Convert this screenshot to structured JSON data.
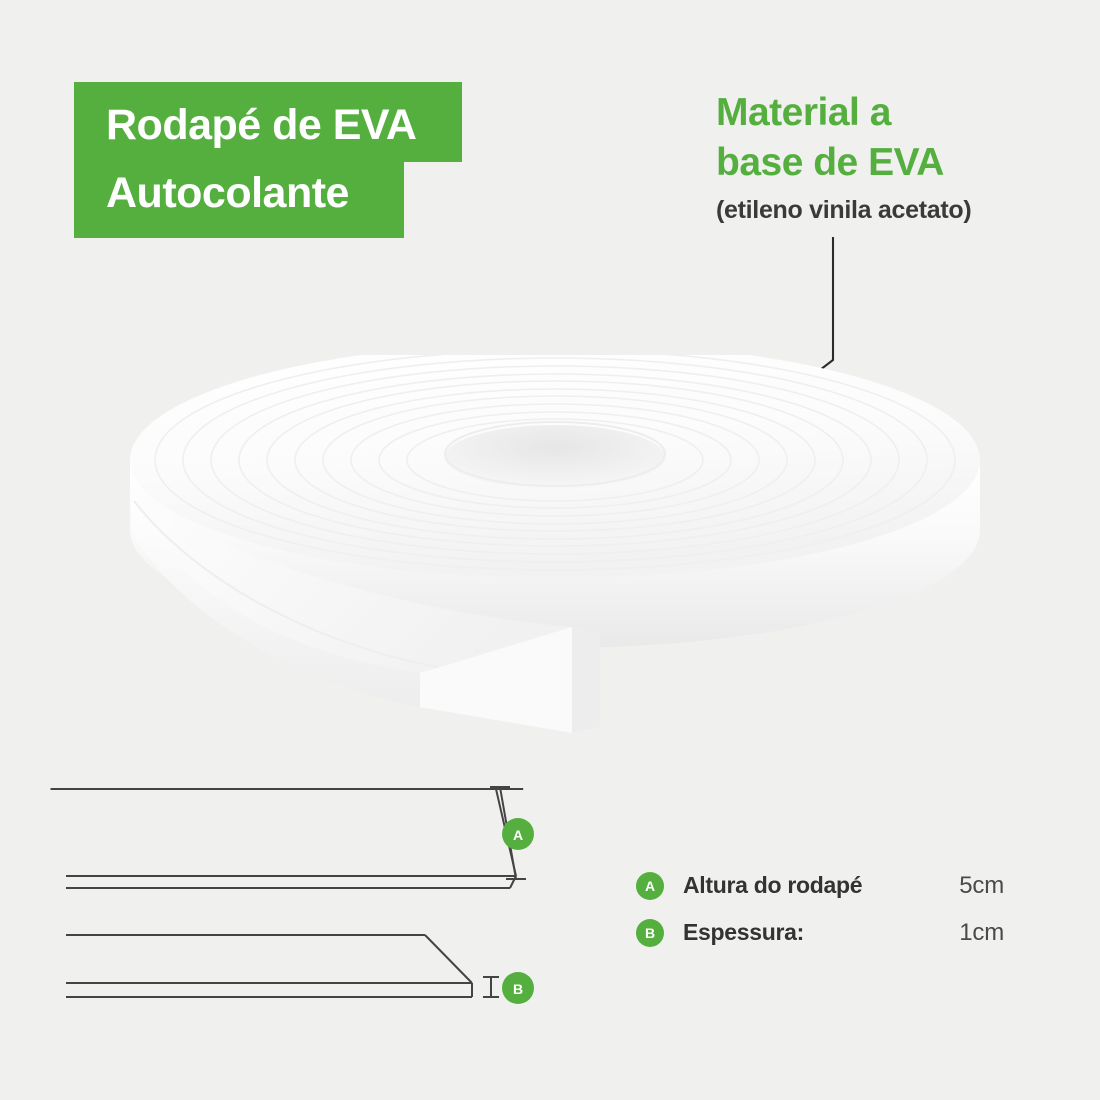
{
  "background_color": "#f0f0ef",
  "accent_green": "#55af3f",
  "text_dark": "#333333",
  "title": {
    "line1": "Rodapé de EVA",
    "line2": "Autocolante"
  },
  "material_callout": {
    "heading_line1": "Material a",
    "heading_line2": "base de EVA",
    "subtitle": "(etileno vinila acetato)",
    "leader_icon": "leader-line-dot"
  },
  "product": {
    "alt_name": "rodape-eva-roll",
    "icon": "eva-roll-coil"
  },
  "diagrams": {
    "profile_a": {
      "name": "height-profile-drawing",
      "badge": "A"
    },
    "profile_b": {
      "name": "thickness-profile-drawing",
      "badge": "B"
    }
  },
  "legend": {
    "rows": [
      {
        "badge": "A",
        "label": "Altura do rodapé",
        "value": "5cm"
      },
      {
        "badge": "B",
        "label": "Espessura:",
        "value": "1cm"
      }
    ]
  }
}
